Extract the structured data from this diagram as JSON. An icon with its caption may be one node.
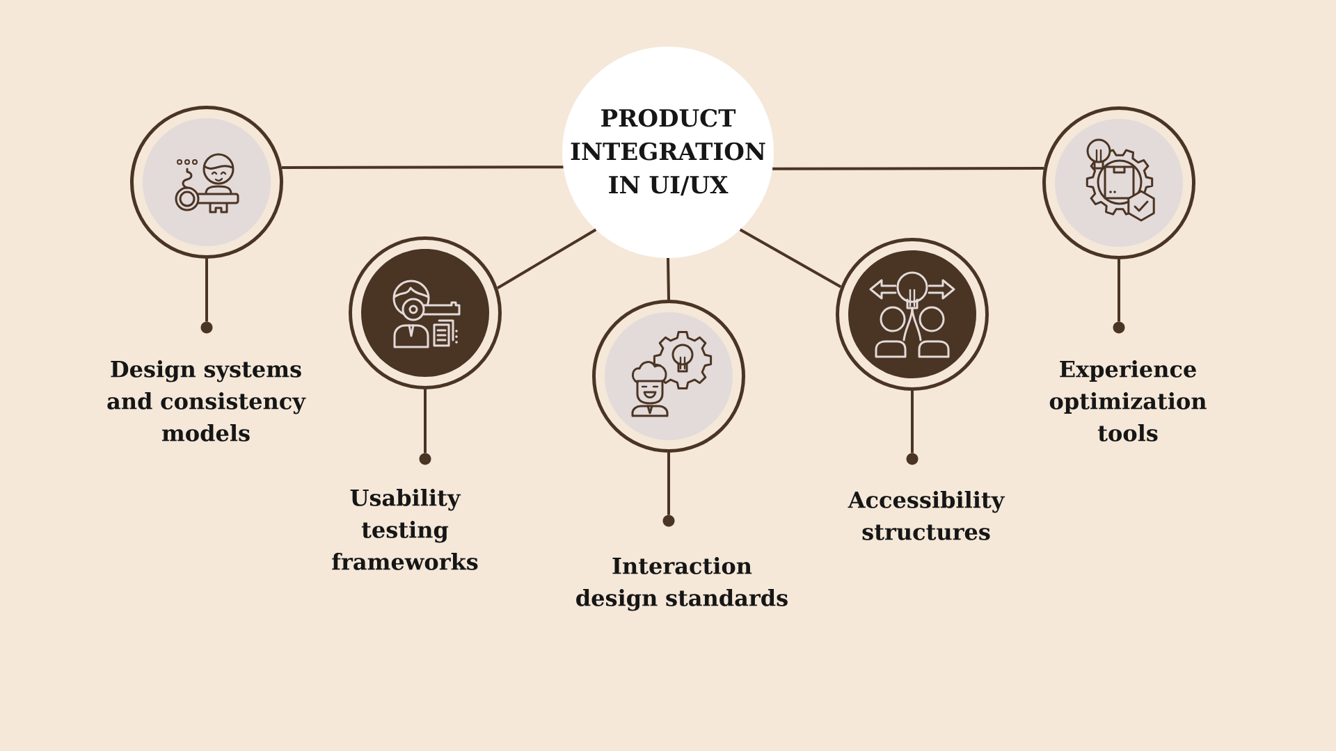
{
  "diagram": {
    "nodes": [
      {
        "text": [
          "PRODUCT INTEGRATION IN UI/UX"
        ]
      },
      {
        "text": [],
        "shape": "circle"
      },
      {
        "text": [
          "Design systems and consistency models"
        ]
      },
      {
        "text": [],
        "shape": "circle"
      },
      {
        "text": [
          "Usability testing frameworks"
        ]
      },
      {
        "text": [],
        "shape": "circle"
      },
      {
        "text": [
          "Interaction design standards"
        ]
      },
      {
        "text": [],
        "shape": "circle"
      },
      {
        "text": [
          "Accessibility structures"
        ]
      },
      {
        "text": [],
        "shape": "circle"
      },
      {
        "text": [
          "Experience optimization tools"
        ]
      }
    ],
    "edges": [
      {
        "from": 0,
        "to": 1,
        "arrow": "none"
      },
      {
        "from": 0,
        "to": 3,
        "arrow": "none"
      },
      {
        "from": 0,
        "to": 5,
        "arrow": "none"
      },
      {
        "from": 0,
        "to": 7,
        "arrow": "none"
      },
      {
        "from": 0,
        "to": 9,
        "arrow": "none"
      },
      {
        "from": 1,
        "to": 2,
        "arrow": "other"
      },
      {
        "from": 3,
        "to": 4,
        "arrow": "other"
      },
      {
        "from": 5,
        "to": 6,
        "arrow": "other"
      },
      {
        "from": 7,
        "to": 8,
        "arrow": "other"
      },
      {
        "from": 9,
        "to": 10,
        "arrow": "other"
      }
    ]
  }
}
